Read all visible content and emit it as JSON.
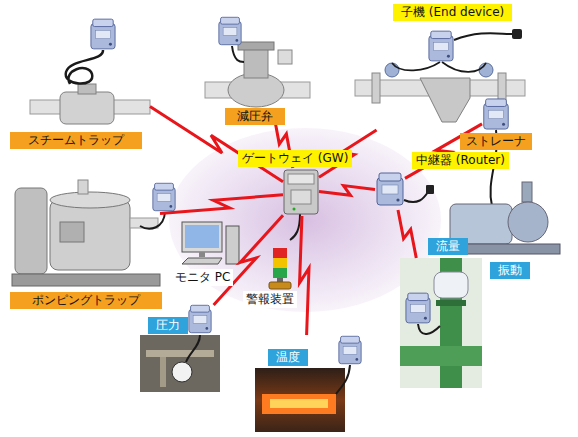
{
  "diagram": {
    "nodes": [
      {
        "text": [
          "子機 (End device)"
        ]
      },
      {
        "text": [
          "スチームトラップ"
        ]
      },
      {
        "text": [
          "減圧弁"
        ]
      },
      {
        "text": [
          "ストレーナ"
        ]
      },
      {
        "text": [
          "ゲートウェイ (GW)"
        ]
      },
      {
        "text": [
          "中継器 (Router)"
        ]
      },
      {
        "text": [
          "ポンピングトラップ"
        ]
      },
      {
        "text": [
          "モニタ PC"
        ]
      },
      {
        "text": [
          "警報装置"
        ]
      },
      {
        "text": [
          "振動"
        ]
      },
      {
        "text": [
          "流量"
        ]
      },
      {
        "text": [
          "圧力"
        ]
      },
      {
        "text": [
          "温度"
        ]
      }
    ],
    "edges": [
      {
        "from": 4,
        "to": 1,
        "arrow": "none"
      },
      {
        "from": 4,
        "to": 2,
        "arrow": "none"
      },
      {
        "from": 4,
        "to": 3,
        "arrow": "none"
      },
      {
        "from": 4,
        "to": 6,
        "arrow": "none"
      },
      {
        "from": 4,
        "to": 5,
        "arrow": "none"
      },
      {
        "from": 5,
        "to": 9,
        "arrow": "none"
      },
      {
        "from": 5,
        "to": 10,
        "arrow": "none"
      },
      {
        "from": 4,
        "to": 12,
        "arrow": "none"
      },
      {
        "from": 4,
        "to": 11,
        "arrow": "none"
      }
    ]
  }
}
